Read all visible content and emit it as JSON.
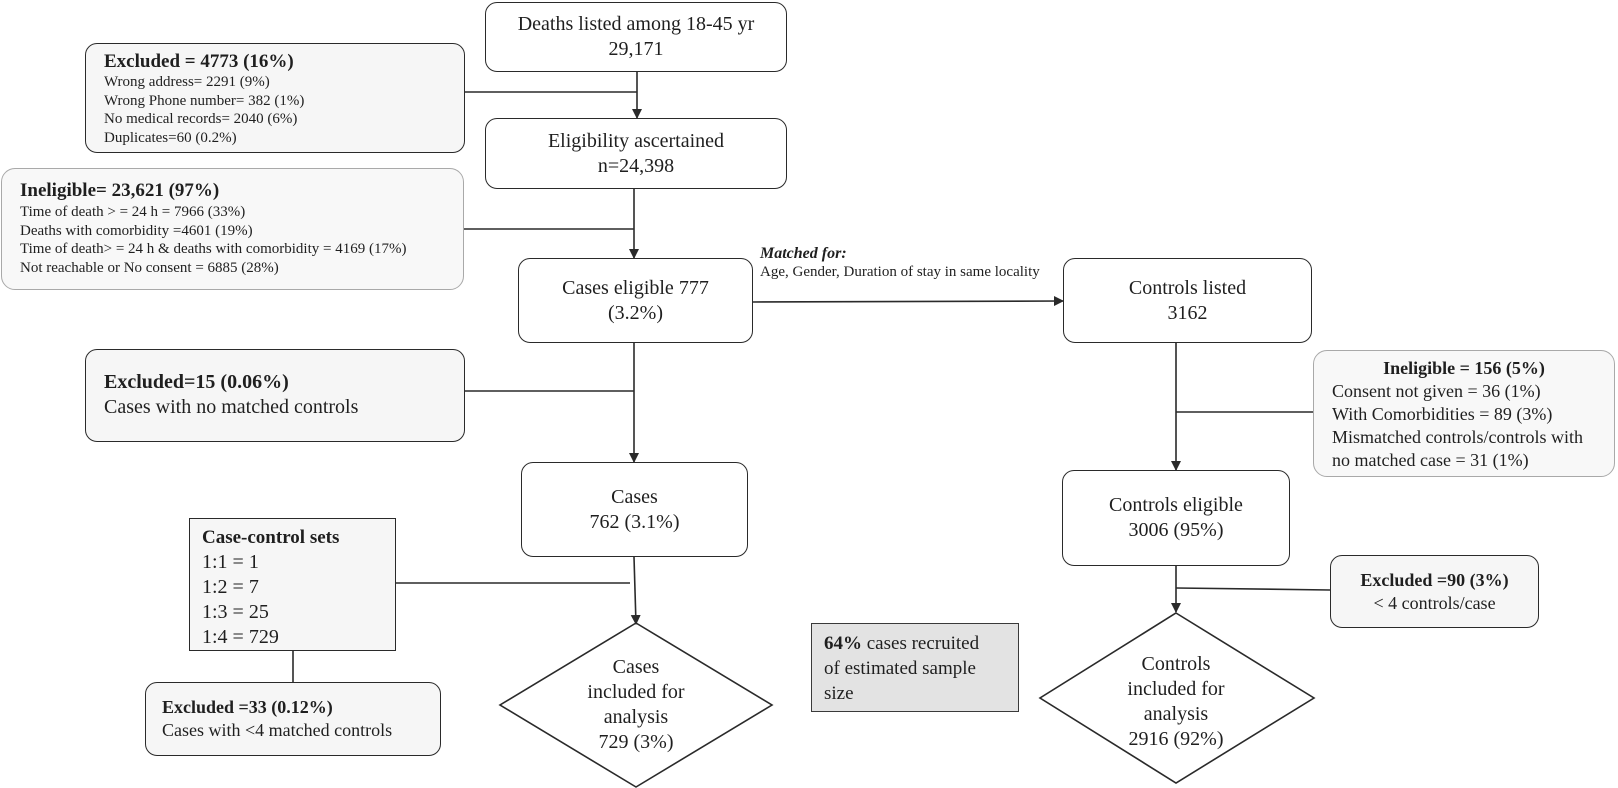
{
  "title_box": {
    "line1": "Deaths listed among 18-45 yr",
    "line2": "29,171"
  },
  "excluded_1": {
    "heading": "Excluded = 4773 (16%)",
    "items": [
      "Wrong address= 2291 (9%)",
      "Wrong Phone number= 382 (1%)",
      "No medical records= 2040 (6%)",
      "Duplicates=60 (0.2%)"
    ]
  },
  "eligibility": {
    "line1": "Eligibility ascertained",
    "line2": "n=24,398"
  },
  "ineligible_1": {
    "heading": "Ineligible= 23,621 (97%)",
    "items": [
      "Time of death > = 24 h = 7966 (33%)",
      "Deaths with comorbidity =4601 (19%)",
      "Time of death> = 24 h & deaths with comorbidity = 4169 (17%)",
      "Not reachable or No consent = 6885 (28%)"
    ]
  },
  "matched_note": {
    "heading": "Matched for:",
    "text": "Age, Gender, Duration of stay in same locality"
  },
  "cases_eligible": {
    "line1": "Cases eligible 777",
    "line2": "(3.2%)"
  },
  "controls_listed": {
    "line1": "Controls listed",
    "line2": "3162"
  },
  "excluded_2": {
    "heading": "Excluded=15 (0.06%)",
    "text": "Cases with no matched controls"
  },
  "ineligible_2": {
    "heading": "Ineligible = 156 (5%)",
    "items": [
      "Consent not given = 36  (1%)",
      "With Comorbidities = 89 (3%)",
      "Mismatched controls/controls with",
      "no matched case  = 31 (1%)"
    ]
  },
  "cases": {
    "line1": "Cases",
    "line2": "762 (3.1%)"
  },
  "controls_eligible": {
    "line1": "Controls eligible",
    "line2": "3006 (95%)"
  },
  "case_control_sets": {
    "heading": "Case-control sets",
    "items": [
      "1:1 = 1",
      "1:2 = 7",
      "1:3 = 25",
      "1:4 =  729"
    ]
  },
  "excluded_3": {
    "heading": "Excluded =90 (3%)",
    "text": "< 4 controls/case"
  },
  "cases_included": {
    "lines": [
      "Cases",
      "included for",
      "analysis",
      "729 (3%)"
    ]
  },
  "recruited_note": {
    "bold": "64%",
    "text1": " cases recruited",
    "text2": "of estimated sample",
    "text3": "size"
  },
  "controls_included": {
    "lines": [
      "Controls",
      "included for",
      "analysis",
      "2916 (92%)"
    ]
  },
  "excluded_4": {
    "heading": "Excluded =33 (0.12%)",
    "text": "Cases with <4 matched controls"
  }
}
